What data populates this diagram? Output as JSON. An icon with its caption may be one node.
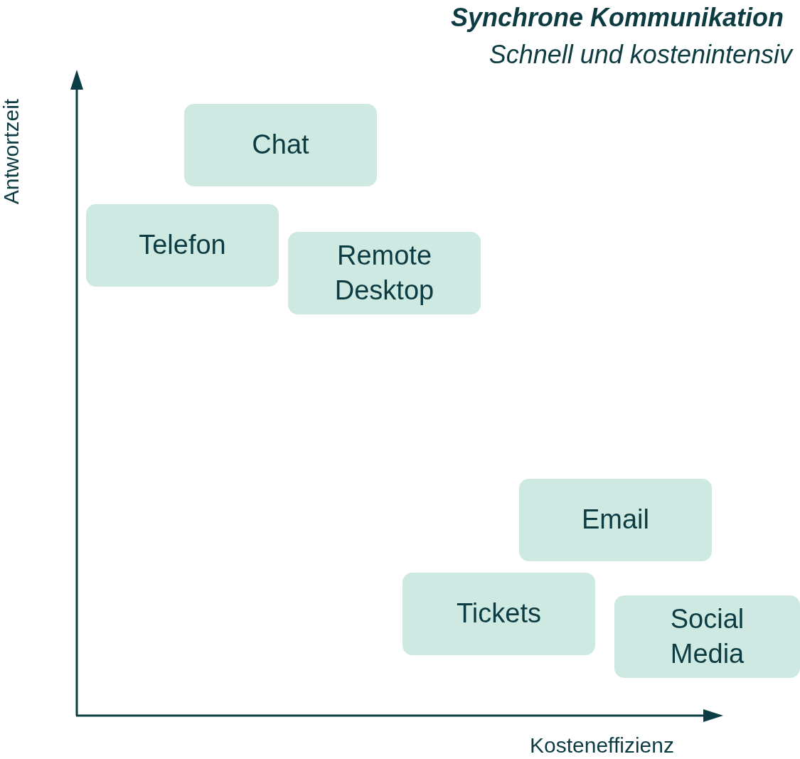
{
  "diagram": {
    "title": "Synchrone Kommunikation",
    "nodes": [
      {
        "text": [
          "Chat"
        ]
      },
      {
        "text": [
          "Telefon"
        ]
      },
      {
        "text": [
          "Remote Desktop"
        ]
      },
      {
        "text": [
          "Email"
        ]
      },
      {
        "text": [
          "Tickets"
        ]
      },
      {
        "text": [
          "Social Media"
        ]
      }
    ],
    "labels": [
      "Schnell und kostenintensiv",
      "Antwortzeit",
      "Kosteneffizienz"
    ]
  }
}
